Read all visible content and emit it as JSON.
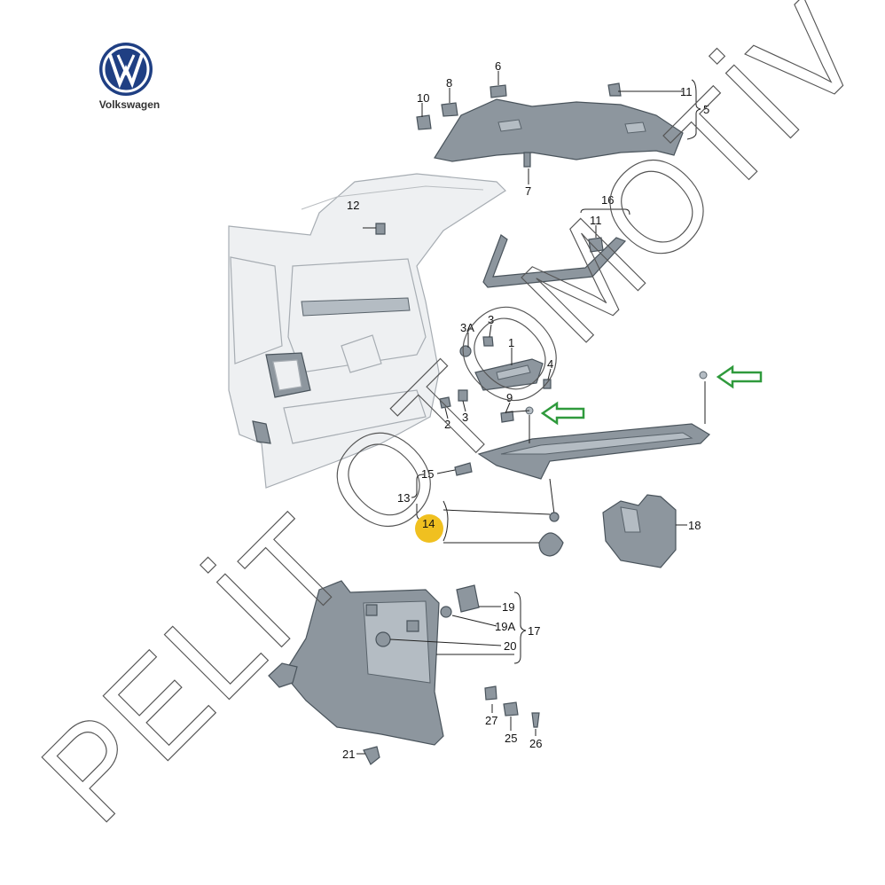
{
  "brand": {
    "name": "Volkswagen",
    "logo_color": "#1f3f83"
  },
  "watermark": "PELİT OTOMOTİV",
  "arrow_color": "#2f9a3c",
  "highlight_color": "#f0c020",
  "labels": {
    "p10": "10",
    "p8": "8",
    "p6": "6",
    "p11a": "11",
    "p5": "5",
    "p7": "7",
    "p12": "12",
    "p16": "16",
    "p11b": "11",
    "p3A": "3A",
    "p3a": "3",
    "p1": "1",
    "p4": "4",
    "p9": "9",
    "p2": "2",
    "p3b": "3",
    "p15": "15",
    "p13": "13",
    "p14": "14",
    "p18": "18",
    "p19": "19",
    "p19A": "19A",
    "p17": "17",
    "p20": "20",
    "p27": "27",
    "p25": "25",
    "p26": "26",
    "p21": "21"
  }
}
